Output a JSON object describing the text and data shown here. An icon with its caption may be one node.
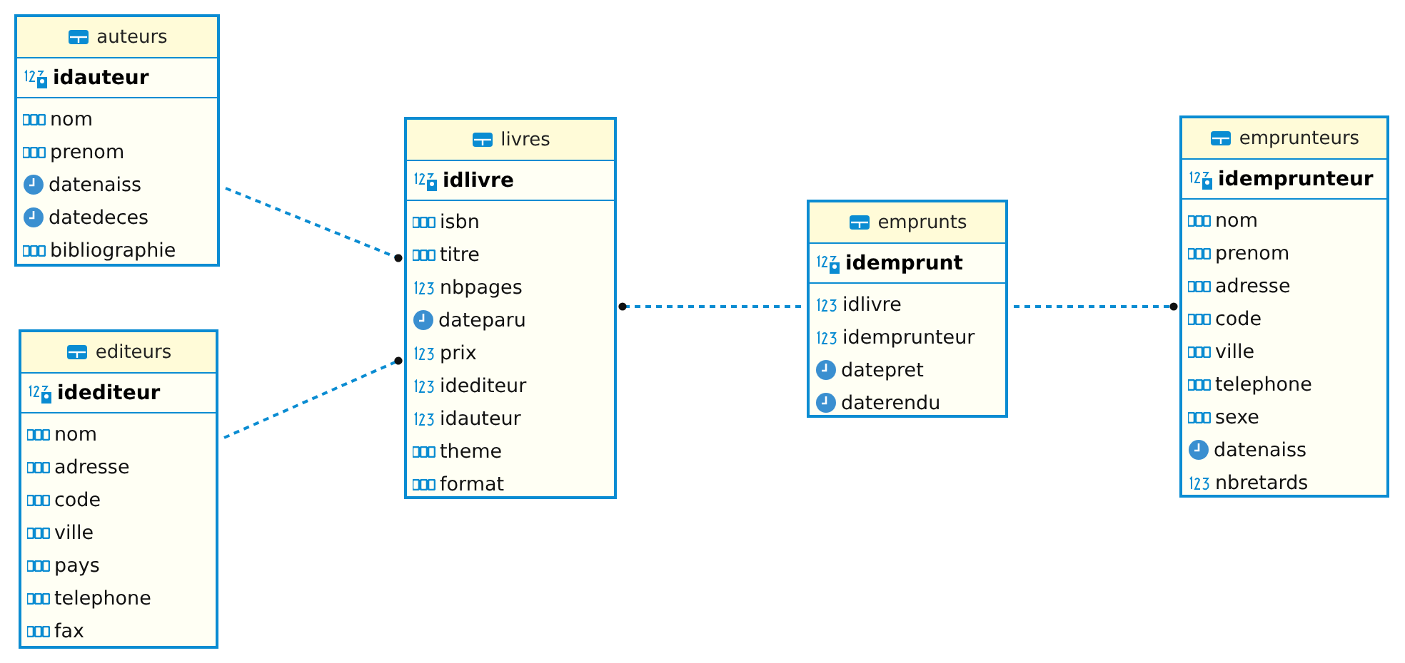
{
  "diagram": {
    "nodes": [
      {
        "text": [
          "auteurs",
          "idauteur",
          "nom",
          "prenom",
          "datenaiss",
          "datedeces",
          "bibliographie"
        ]
      },
      {
        "text": [
          "editeurs",
          "idediteur",
          "nom",
          "adresse",
          "code",
          "ville",
          "pays",
          "telephone",
          "fax"
        ]
      },
      {
        "text": [
          "livres",
          "idlivre",
          "isbn",
          "titre",
          "nbpages",
          "dateparu",
          "prix",
          "idediteur",
          "idauteur",
          "theme",
          "format"
        ]
      },
      {
        "text": [
          "emprunts",
          "idemprunt",
          "idlivre",
          "idemprunteur",
          "datepret",
          "daterendu"
        ]
      },
      {
        "text": [
          "emprunteurs",
          "idemprunteur",
          "nom",
          "prenom",
          "adresse",
          "code",
          "ville",
          "telephone",
          "sexe",
          "datenaiss",
          "nbretards"
        ]
      }
    ],
    "edges": [
      {
        "from": 0,
        "to": 2,
        "arrow": "other",
        "style": "dashed"
      },
      {
        "from": 1,
        "to": 2,
        "arrow": "other",
        "style": "dashed"
      },
      {
        "from": 3,
        "to": 2,
        "arrow": "other",
        "style": "dashed"
      },
      {
        "from": 3,
        "to": 4,
        "arrow": "other",
        "style": "dashed"
      }
    ]
  }
}
